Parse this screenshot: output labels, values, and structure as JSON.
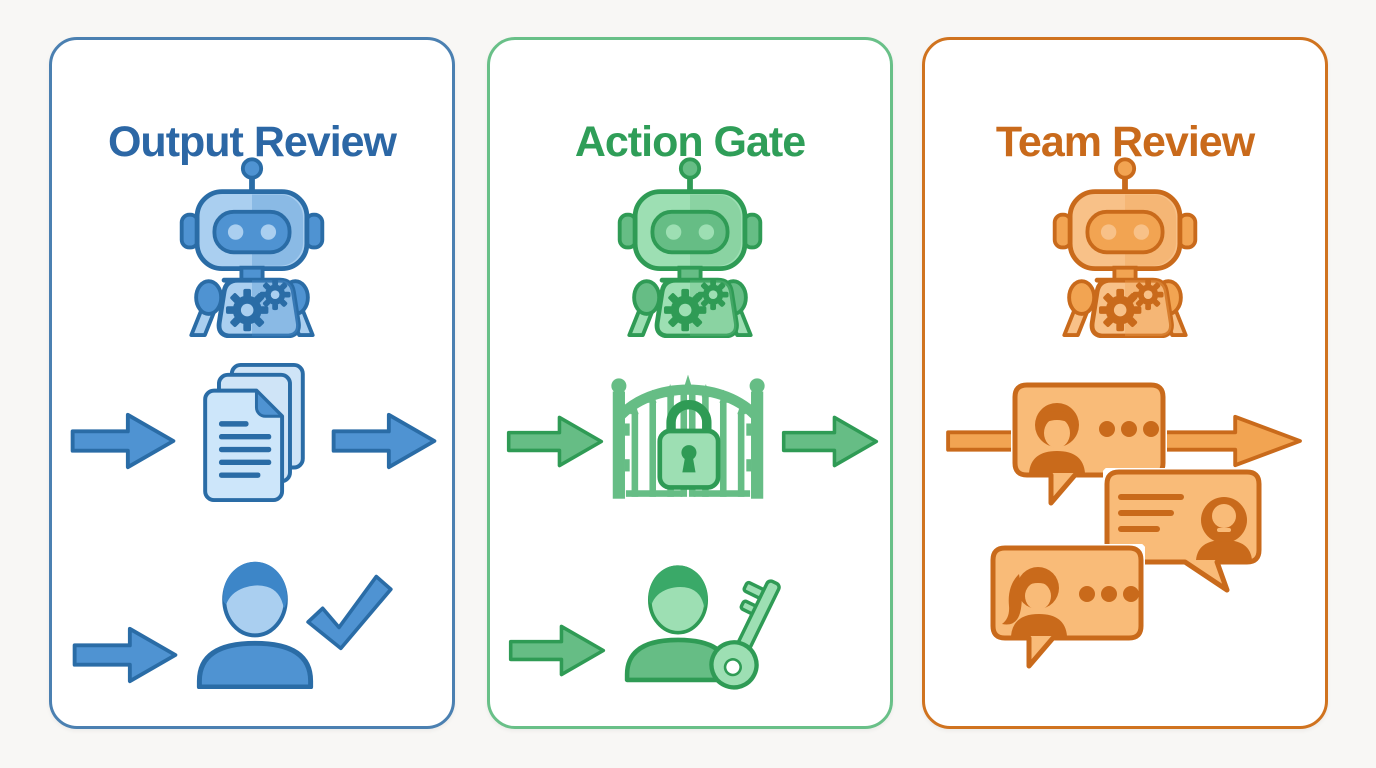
{
  "diagram": {
    "background": "#f8f7f5",
    "panel_count": 3
  },
  "panels": [
    {
      "title": "Output Review",
      "colors": {
        "border": "#4b80b1",
        "title": "#2c67a5",
        "dark": "#2a6ca6",
        "mid": "#4f93d2",
        "light": "#aacff0",
        "lighter": "#cfe4f7",
        "front": "#cde6fa",
        "hair": "#3d86c8"
      },
      "icons": [
        "robot-icon",
        "arrow-right-icon",
        "documents-icon",
        "arrow-right-icon",
        "person-icon",
        "checkmark-icon"
      ]
    },
    {
      "title": "Action Gate",
      "colors": {
        "border": "#69c088",
        "title": "#2f9e58",
        "dark": "#2f9b55",
        "mid": "#66bd85",
        "light": "#9ddfb3",
        "lighter": "#bfe9cd",
        "front": "#cdeeda",
        "hair": "#3aa968"
      },
      "icons": [
        "robot-icon",
        "arrow-right-icon",
        "gate-lock-icon",
        "arrow-right-icon",
        "person-icon",
        "key-icon"
      ]
    },
    {
      "title": "Team Review",
      "colors": {
        "border": "#d0731f",
        "title": "#c96a1b",
        "dark": "#c96a1b",
        "mid": "#f2a452",
        "light": "#f8c188",
        "lighter": "#f9bb78",
        "front": "#f8c188",
        "hair": "#c96a1b"
      },
      "icons": [
        "robot-icon",
        "flow-arrow-icon",
        "chat-bubble-woman-icon",
        "chat-bubble-man-icon",
        "chat-bubble-ponytail-icon"
      ]
    }
  ]
}
